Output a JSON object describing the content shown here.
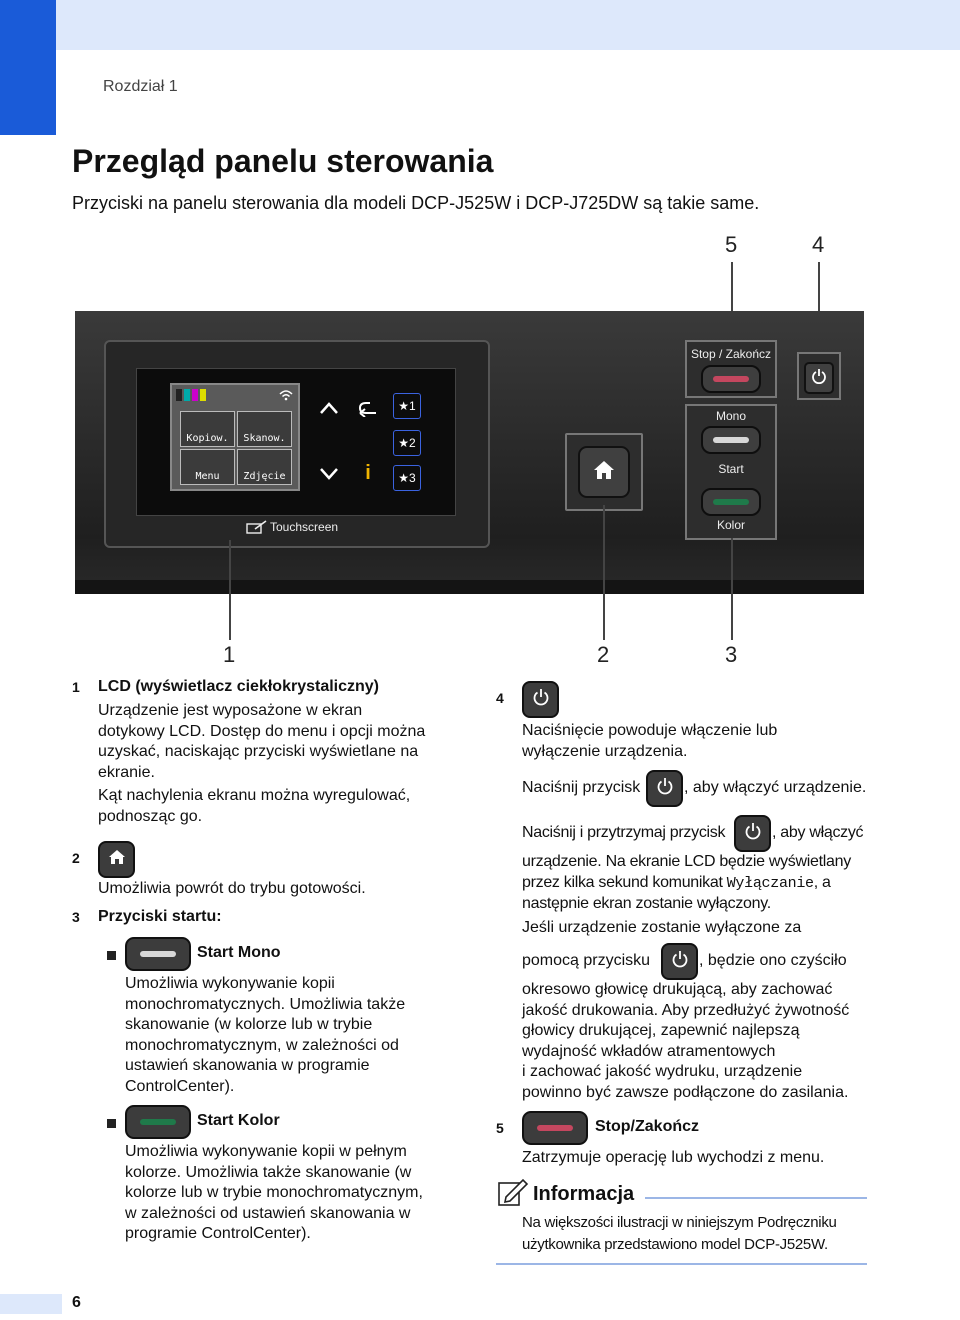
{
  "header": {
    "chapter": "Rozdział 1",
    "title": "Przegląd panelu sterowania",
    "intro": "Przyciski na panelu sterowania dla modeli DCP-J525W i DCP-J725DW są takie same."
  },
  "figure": {
    "callouts": {
      "c1": "1",
      "c2": "2",
      "c3": "3",
      "c4": "4",
      "c5": "5"
    },
    "lcd_tiles": [
      "Kopiow.",
      "Skanow.",
      "Menu",
      "Zdjęcie"
    ],
    "lcd_favorites": [
      "★1",
      "★2",
      "★3"
    ],
    "touchscreen_label": "Touchscreen",
    "stop_label": "Stop / Zakończ",
    "mono_label": "Mono",
    "start_label": "Start",
    "kolor_label": "Kolor",
    "colors": {
      "stop": "#c4475f",
      "mono": "#d8d8d8",
      "kolor": "#1f7a4a",
      "accent": "#1a5bd8"
    }
  },
  "item1": {
    "num": "1",
    "title": "LCD (wyświetlacz ciekłokrystaliczny)",
    "p1": [
      "Urządzenie jest wyposażone w ekran",
      "dotykowy LCD. Dostęp do menu i opcji można",
      "uzyskać, naciskając przyciski wyświetlane na",
      "ekranie."
    ],
    "p2": [
      "Kąt nachylenia ekranu można wyregulować,",
      "podnosząc go."
    ]
  },
  "item2": {
    "num": "2",
    "icon": "home-icon",
    "text": "Umożliwia powrót do trybu gotowości."
  },
  "item3": {
    "num": "3",
    "title": "Przyciski startu:",
    "mono_title": "Start Mono",
    "mono_text": [
      "Umożliwia wykonywanie kopii",
      "monochromatycznych. Umożliwia także",
      "skanowanie (w kolorze lub w trybie",
      "monochromatycznym, w zależności od",
      "ustawień skanowania w programie",
      "ControlCenter)."
    ],
    "kolor_title": "Start Kolor",
    "kolor_text": [
      "Umożliwia wykonywanie kopii w pełnym",
      "kolorze. Umożliwia także skanowanie (w",
      "kolorze lub w trybie monochromatycznym,",
      "w zależności od ustawień skanowania w",
      "programie ControlCenter)."
    ]
  },
  "item4": {
    "num": "4",
    "icon": "power-icon",
    "p1": [
      "Naciśnięcie powoduje włączenie lub",
      "wyłączenie urządzenia."
    ],
    "p2_before": "Naciśnij przycisk",
    "p2_after": ", aby włączyć urządzenie.",
    "p3_before": "Naciśnij i przytrzymaj przycisk",
    "p3_after": ", aby włączyć",
    "p3_cont1": "urządzenie. Na ekranie LCD będzie wyświetlany",
    "p3_cont2a": "przez kilka sekund komunikat ",
    "p3_code": "Wyłączanie",
    "p3_cont2b": ", a",
    "p3_cont3": "następnie ekran zostanie wyłączony.",
    "p4_line1": "Jeśli urządzenie zostanie wyłączone za",
    "p4_before": "pomocą przycisku",
    "p4_after": ", będzie ono czyściło",
    "p4_rest": [
      "okresowo głowicę drukującą, aby zachować",
      "jakość drukowania. Aby przedłużyć żywotność",
      "głowicy drukującej, zapewnić najlepszą",
      "wydajność wkładów atramentowych",
      "i zachować jakość wydruku, urządzenie",
      "powinno być zawsze podłączone do zasilania."
    ]
  },
  "item5": {
    "num": "5",
    "title": "Stop/Zakończ",
    "text": "Zatrzymuje operację lub wychodzi z menu."
  },
  "info": {
    "title": "Informacja",
    "icon": "note-pencil-icon",
    "lines": [
      "Na większości ilustracji w niniejszym Podręczniku",
      "użytkownika przedstawiono model DCP-J525W."
    ]
  },
  "footer": {
    "page": "6"
  }
}
